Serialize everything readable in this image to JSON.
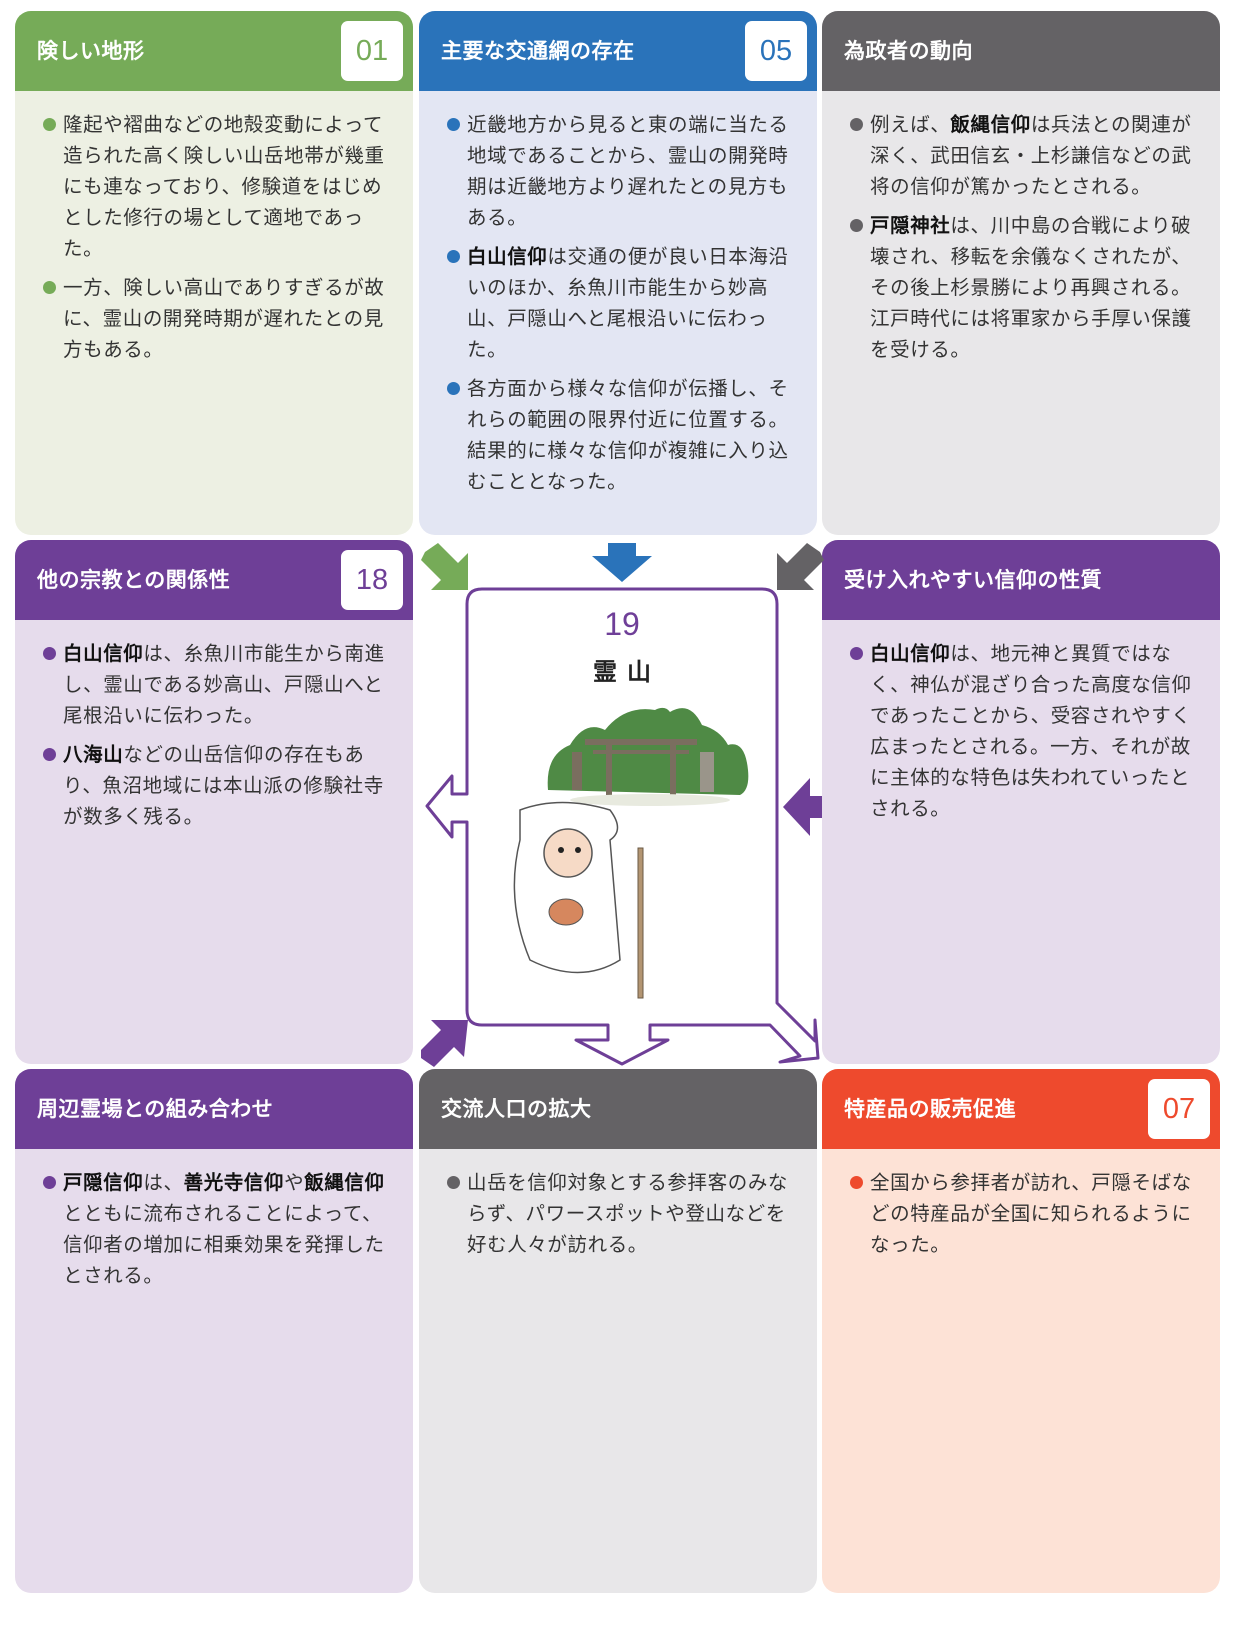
{
  "colors": {
    "green": "#76ab58",
    "green_bg": "#edf0e3",
    "blue": "#2a73ba",
    "blue_bg": "#e3e6f3",
    "gray": "#646265",
    "gray_bg": "#e8e7e9",
    "purple": "#6e3f97",
    "purple_bg": "#e6dcec",
    "red": "#ee4a2d",
    "red_bg": "#fde2d6"
  },
  "center": {
    "number": "19",
    "title": "霊山"
  },
  "cards": [
    {
      "id": "steep-terrain",
      "title": "険しい地形",
      "badge": "01",
      "color": "green",
      "bullets": [
        [
          {
            "t": "隆起や褶曲などの地殻変動によって造られた高く険しい山岳地帯が幾重にも連なっており、修験道をはじめとした修行の場として適地であった。"
          }
        ],
        [
          {
            "t": "一方、険しい高山でありすぎるが故に、霊山の開発時期が遅れたとの見方もある。"
          }
        ]
      ]
    },
    {
      "id": "transport-network",
      "title": "主要な交通網の存在",
      "badge": "05",
      "color": "blue",
      "bullets": [
        [
          {
            "t": "近畿地方から見ると東の端に当たる地域であることから、霊山の開発時期は近畿地方より遅れたとの見方もある。"
          }
        ],
        [
          {
            "t": "白山信仰",
            "b": true
          },
          {
            "t": "は交通の便が良い日本海沿いのほか、糸魚川市能生から妙高山、戸隠山へと尾根沿いに伝わった。"
          }
        ],
        [
          {
            "t": "各方面から様々な信仰が伝播し、それらの範囲の限界付近に位置する。結果的に様々な信仰が複雑に入り込むこととなった。"
          }
        ]
      ]
    },
    {
      "id": "rulers-trends",
      "title": "為政者の動向",
      "badge": "",
      "color": "gray",
      "bullets": [
        [
          {
            "t": "例えば、"
          },
          {
            "t": "飯縄信仰",
            "b": true
          },
          {
            "t": "は兵法との関連が深く、武田信玄・上杉謙信などの武将の信仰が篤かったとされる。"
          }
        ],
        [
          {
            "t": "戸隠神社",
            "b": true
          },
          {
            "t": "は、川中島の合戦により破壊され、移転を余儀なくされたが、その後上杉景勝により再興される。江戸時代には将軍家から手厚い保護を受ける。"
          }
        ]
      ]
    },
    {
      "id": "other-religions",
      "title": "他の宗教との関係性",
      "badge": "18",
      "color": "purple",
      "bullets": [
        [
          {
            "t": "白山信仰",
            "b": true
          },
          {
            "t": "は、糸魚川市能生から南進し、霊山である妙高山、戸隠山へと尾根沿いに伝わった。"
          }
        ],
        [
          {
            "t": "八海山",
            "b": true
          },
          {
            "t": "などの山岳信仰の存在もあり、魚沼地域には本山派の修験社寺が数多く残る。"
          }
        ]
      ]
    },
    {
      "id": "accepted-faith",
      "title": "受け入れやすい信仰の性質",
      "badge": "",
      "color": "purple",
      "bullets": [
        [
          {
            "t": "白山信仰",
            "b": true
          },
          {
            "t": "は、地元神と異質ではなく、神仏が混ざり合った高度な信仰であったことから、受容されやすく広まったとされる。一方、それが故に主体的な特色は失われていったとされる。"
          }
        ]
      ]
    },
    {
      "id": "nearby-sacred-sites",
      "title": "周辺霊場との組み合わせ",
      "badge": "",
      "color": "purple",
      "bullets": [
        [
          {
            "t": "戸隠信仰",
            "b": true
          },
          {
            "t": "は、"
          },
          {
            "t": "善光寺信仰",
            "b": true
          },
          {
            "t": "や"
          },
          {
            "t": "飯縄信仰",
            "b": true
          },
          {
            "t": "とともに流布されることによって、信仰者の増加に相乗効果を発揮したとされる。"
          }
        ]
      ]
    },
    {
      "id": "visitor-expansion",
      "title": "交流人口の拡大",
      "badge": "",
      "color": "gray",
      "bullets": [
        [
          {
            "t": "山岳を信仰対象とする参拝客のみならず、パワースポットや登山などを好む人々が訪れる。"
          }
        ]
      ]
    },
    {
      "id": "specialty-sales",
      "title": "特産品の販売促進",
      "badge": "07",
      "color": "red",
      "bullets": [
        [
          {
            "t": "全国から参拝者が訪れ、戸隠そばなどの特産品が全国に知られるようになった。"
          }
        ]
      ]
    }
  ]
}
